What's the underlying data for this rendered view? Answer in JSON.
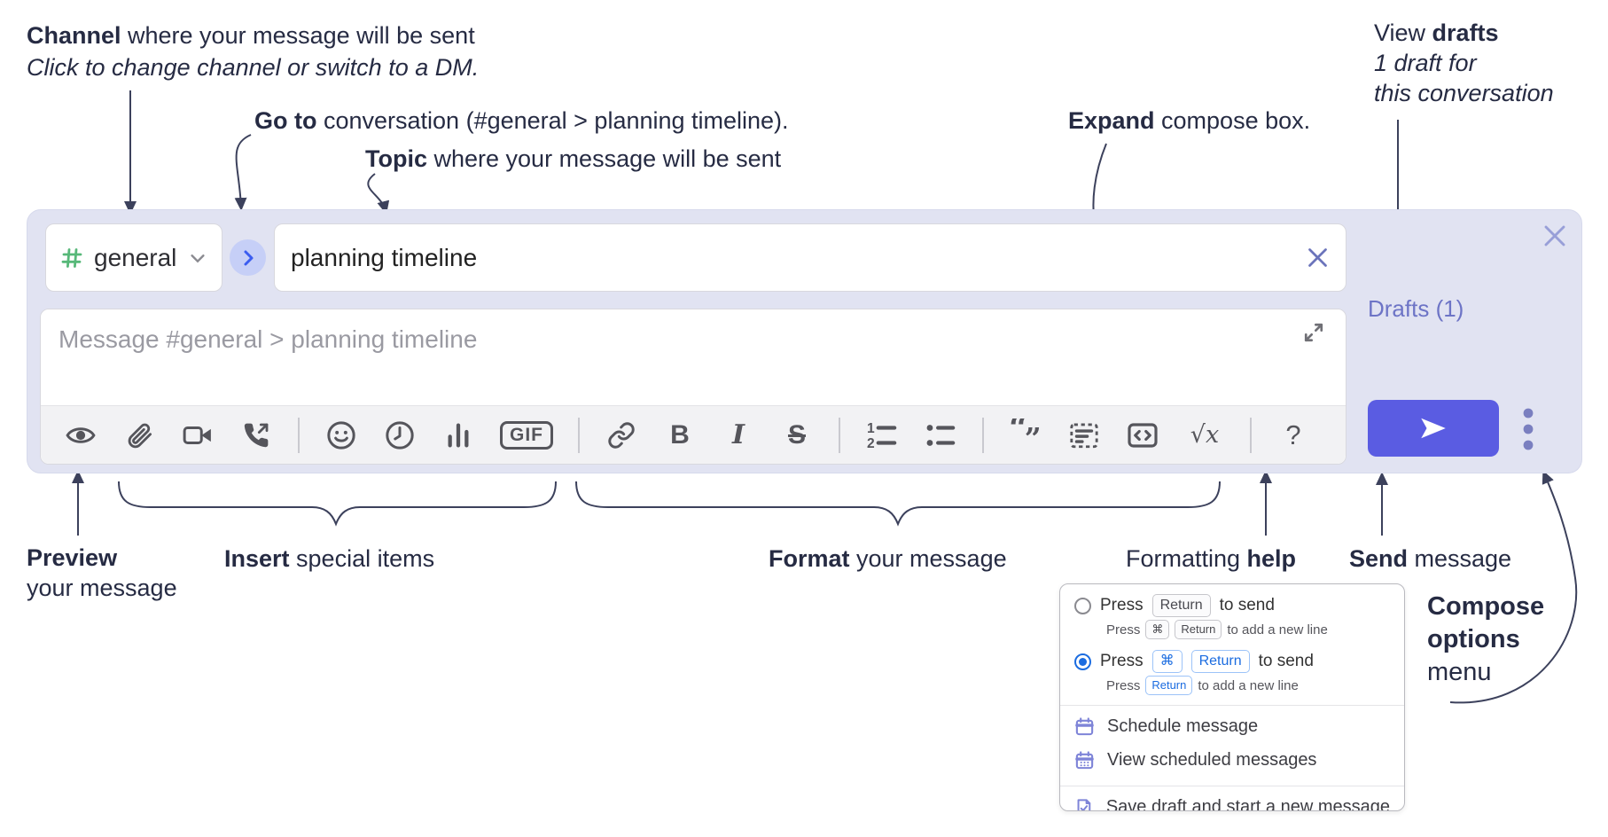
{
  "annotations": {
    "channel_line1_bold": "Channel",
    "channel_line1_rest": " where your message will be sent",
    "channel_line2": "Click to change channel or switch to a DM.",
    "goto_bold": "Go to",
    "goto_rest": " conversation (#general > planning timeline).",
    "topic_bold": "Topic",
    "topic_rest": " where your message will be sent",
    "expand_bold": "Expand",
    "expand_rest": " compose box.",
    "drafts_line1_pre": "View ",
    "drafts_line1_bold": "drafts",
    "drafts_line2": "1 draft for",
    "drafts_line3": "this conversation",
    "preview_bold": "Preview",
    "preview_line2": "your message",
    "insert_bold": "Insert",
    "insert_rest": " special items",
    "format_bold": "Format",
    "format_rest": " your message",
    "help_pre": "Formatting ",
    "help_bold": "help",
    "send_bold": "Send",
    "send_rest": " message",
    "compose_bold1": "Compose",
    "compose_bold2": "options",
    "compose_line3": "menu"
  },
  "compose": {
    "channel_name": "general",
    "topic_value": "planning timeline",
    "message_placeholder": "Message #general > planning timeline",
    "drafts_link": "Drafts (1)",
    "icon_glyphs": {
      "gif": "GIF",
      "bold": "B",
      "italic": "I",
      "strike": "S",
      "math": "√x",
      "help": "?"
    }
  },
  "popup": {
    "option1": {
      "press": "Press",
      "kbd": "Return",
      "suffix": "to send"
    },
    "option1_sub": {
      "press": "Press",
      "kbd1": "⌘",
      "kbd2": "Return",
      "suffix": "to add a new line"
    },
    "option2": {
      "press": "Press",
      "kbd1": "⌘",
      "kbd2": "Return",
      "suffix": "to send"
    },
    "option2_sub": {
      "press": "Press",
      "kbd": "Return",
      "suffix": "to add a new line"
    },
    "items": [
      {
        "label": "Schedule message"
      },
      {
        "label": "View scheduled messages"
      },
      {
        "label": "Save draft and start a new message"
      }
    ]
  },
  "colors": {
    "send_button": "#5a5ce2",
    "compose_background": "#e1e3f2",
    "link_purple": "#6d74c6",
    "channel_green": "#57b879",
    "radio_blue": "#1b6ce0",
    "annotation_navy": "#262b43"
  }
}
